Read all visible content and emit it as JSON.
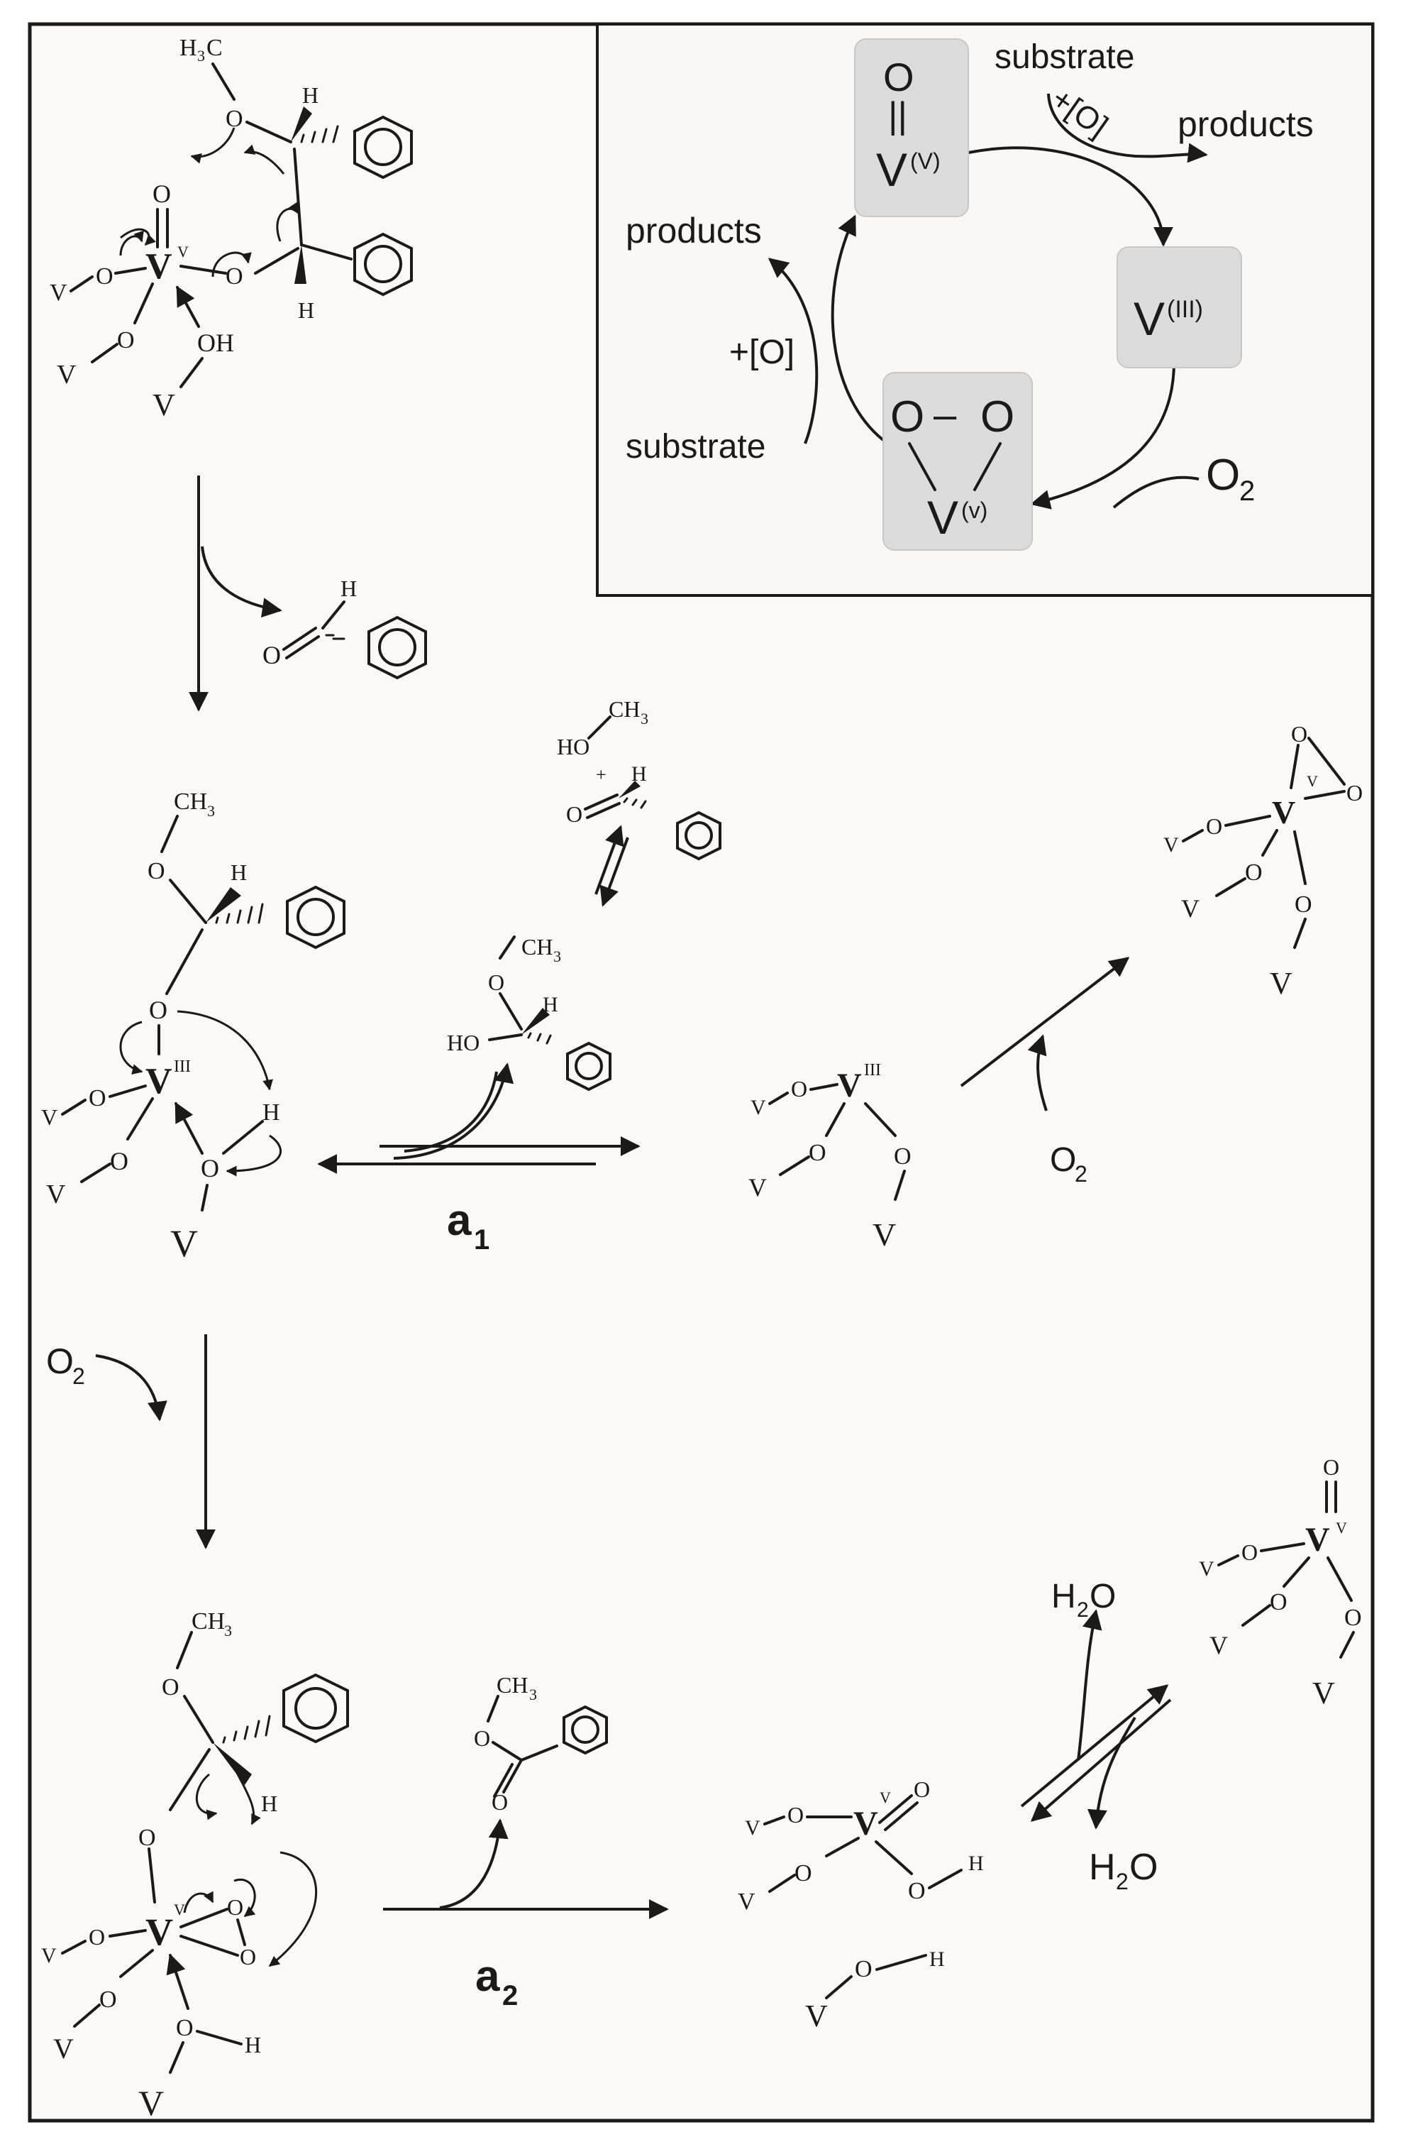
{
  "cycle": {
    "node_top": {
      "o": "O",
      "dbl": "||",
      "v": "V",
      "ox": "(V)"
    },
    "node_right": {
      "v": "V",
      "ox": "(III)"
    },
    "node_bottom": {
      "o1": "O",
      "dash": "–",
      "o2": "O",
      "v": "V",
      "ox": "(v)"
    },
    "substrate_top": "substrate",
    "plus_o_top": "+[O]",
    "products_top": "products",
    "products_left": "products",
    "plus_o_left": "+[O]",
    "substrate_left": "substrate",
    "o2": "O",
    "o2_sub": "2"
  },
  "labels": {
    "a1": "a",
    "a1_sub": "1",
    "a2": "a",
    "a2_sub": "2",
    "o2_mid": "O",
    "o2_mid_sub": "2",
    "o2_left": "O",
    "o2_left_sub": "2",
    "h2o_top": "H",
    "h2o_top_sub": "2",
    "h2o_top_tail": "O",
    "h2o_bot": "H",
    "h2o_bot_sub": "2",
    "h2o_bot_tail": "O"
  },
  "atoms": {
    "V": "V",
    "O": "O",
    "H": "H",
    "OH": "OH",
    "HO": "HO",
    "CH3": "CH",
    "CH3_sub": "3",
    "H3C": "H",
    "H3C_sub": "3",
    "H3C_tail": "C",
    "ox_V": "V",
    "ox_III": "III",
    "plus": "+"
  }
}
